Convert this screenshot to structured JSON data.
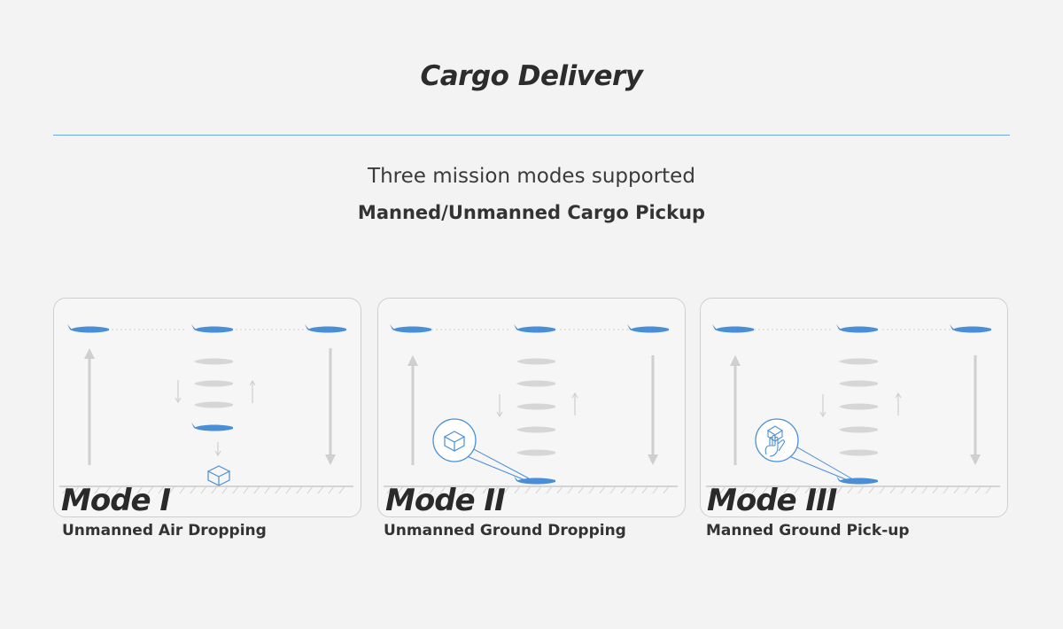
{
  "header": {
    "title": "Cargo Delivery",
    "subtitle": "Three mission modes supported",
    "subtitle2": "Manned/Unmanned Cargo Pickup"
  },
  "colors": {
    "accent": "#4a8fd6",
    "ghost": "#d4d4d4",
    "arrow": "#c8c8c8"
  },
  "modes": [
    {
      "title": "Mode I",
      "subtitle": "Unmanned Air Dropping",
      "icon": "box-icon"
    },
    {
      "title": "Mode II",
      "subtitle": "Unmanned Ground Dropping",
      "icon": "box-icon"
    },
    {
      "title": "Mode III",
      "subtitle": "Manned Ground Pick-up",
      "icon": "hand-box-icon"
    }
  ]
}
